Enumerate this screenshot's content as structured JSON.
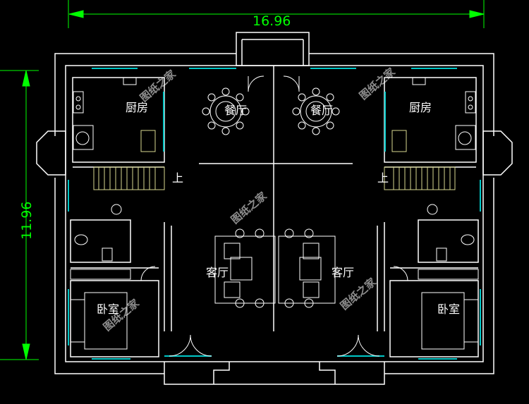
{
  "dimensions": {
    "width_label": "16.96",
    "height_label": "11.96"
  },
  "rooms": {
    "kitchen_left": "厨房",
    "kitchen_right": "厨房",
    "dining_left": "餐厅",
    "dining_right": "餐厅",
    "living_left": "客厅",
    "living_right": "客厅",
    "bedroom_left": "卧室",
    "bedroom_right": "卧室",
    "stair_up_left": "上",
    "stair_up_right": "上"
  },
  "watermark": "图纸之家",
  "colors": {
    "wall": "#ffffff",
    "window": "#00c8c8",
    "fixture": "#ffffff",
    "stair": "#d8d890",
    "dimension": "#00ff00",
    "background": "#000000"
  }
}
